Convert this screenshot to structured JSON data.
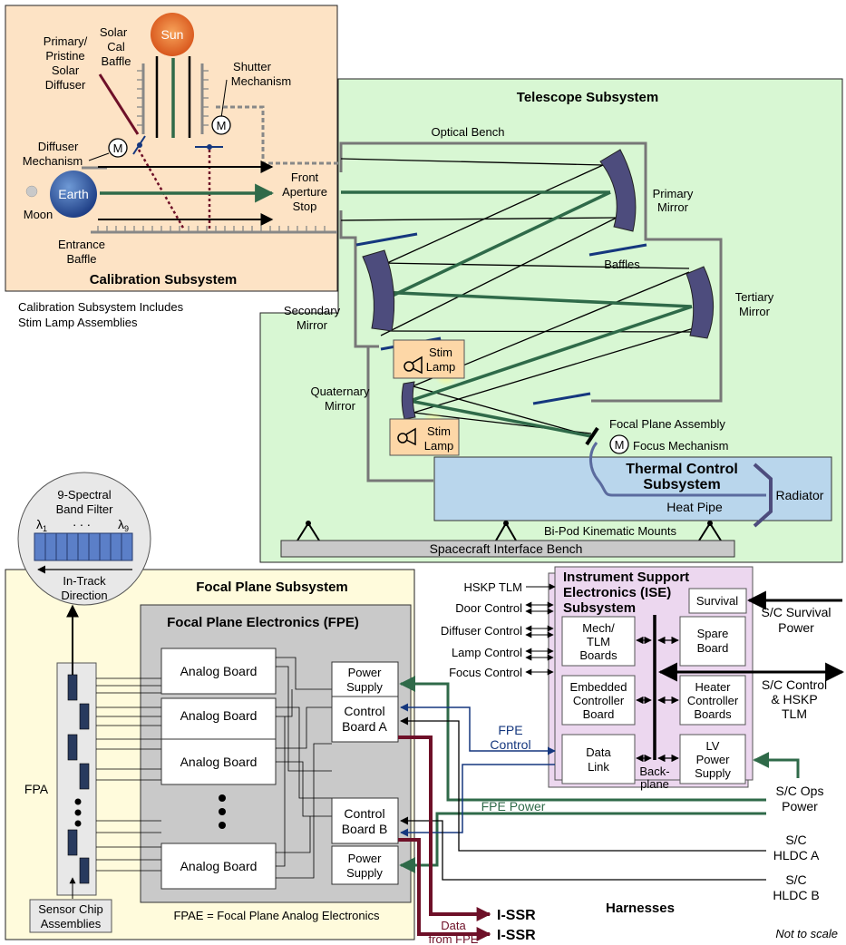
{
  "colors": {
    "calibration_bg": "#fde3c5",
    "telescope_bg": "#d8f7d3",
    "focal_plane_bg": "#fffbdc",
    "fpe_bg": "#c9c9c9",
    "ise_bg": "#ecd7ef",
    "thermal_bg": "#b9d6ec",
    "stim_bg": "#fdd7a7",
    "mirror": "#4d4c7d",
    "green_path": "#2f6a49",
    "dark_red": "#6e1028",
    "navy": "#15377e"
  },
  "calibration": {
    "title": "Calibration Subsystem",
    "note_line1": "Calibration Subsystem Includes",
    "note_line2": "Stim Lamp Assemblies",
    "sun": "Sun",
    "earth": "Earth",
    "moon": "Moon",
    "solar_cal_baffle": [
      "Solar",
      "Cal",
      "Baffle"
    ],
    "primary_diffuser": [
      "Primary/",
      "Pristine",
      "Solar",
      "Diffuser"
    ],
    "shutter": [
      "Shutter",
      "Mechanism"
    ],
    "diffuser_mech": [
      "Diffuser",
      "Mechanism"
    ],
    "entrance_baffle": [
      "Entrance",
      "Baffle"
    ],
    "front_aperture": [
      "Front",
      "Aperture",
      "Stop"
    ],
    "motor": "M"
  },
  "telescope": {
    "title": "Telescope Subsystem",
    "optical_bench": "Optical Bench",
    "primary_mirror": [
      "Primary",
      "Mirror"
    ],
    "baffles": "Baffles",
    "tertiary_mirror": [
      "Tertiary",
      "Mirror"
    ],
    "secondary_mirror": [
      "Secondary",
      "Mirror"
    ],
    "quaternary_mirror": [
      "Quaternary",
      "Mirror"
    ],
    "stim_lamp": [
      "Stim",
      "Lamp"
    ],
    "focal_plane_assembly": "Focal Plane Assembly",
    "focus_mechanism": "Focus Mechanism",
    "thermal_title": [
      "Thermal Control",
      "Subsystem"
    ],
    "heat_pipe": "Heat Pipe",
    "radiator": "Radiator",
    "bipod": "Bi-Pod Kinematic Mounts",
    "interface_bench": "Spacecraft Interface Bench"
  },
  "filter": {
    "title": [
      "9-Spectral",
      "Band Filter"
    ],
    "lambda_first": "λ",
    "lambda_first_sub": "1",
    "dots": ". . .",
    "lambda_last": "λ",
    "lambda_last_sub": "9",
    "direction": [
      "In-Track",
      "Direction"
    ]
  },
  "focal_plane": {
    "title": "Focal Plane Subsystem",
    "fpe_title": "Focal Plane Electronics (FPE)",
    "fpa": "FPA",
    "analog_board": "Analog Board",
    "power_supply": [
      "Power",
      "Supply"
    ],
    "control_a": [
      "Control",
      "Board A"
    ],
    "control_b": [
      "Control",
      "Board B"
    ],
    "sensor_chip": [
      "Sensor Chip",
      "Assemblies"
    ],
    "fpae": "FPAE = Focal Plane Analog Electronics"
  },
  "ise": {
    "title": [
      "Instrument Support",
      "Electronics (ISE)",
      "Subsystem"
    ],
    "survival": "Survival",
    "mech_tlm": [
      "Mech/",
      "TLM",
      "Boards"
    ],
    "spare": [
      "Spare",
      "Board"
    ],
    "embedded": [
      "Embedded",
      "Controller",
      "Board"
    ],
    "heater": [
      "Heater",
      "Controller",
      "Boards"
    ],
    "data_link": [
      "Data",
      "Link"
    ],
    "backplane": [
      "Back-",
      "plane"
    ],
    "lv_power": [
      "LV",
      "Power",
      "Supply"
    ]
  },
  "interfaces": {
    "hskp_tlm": "HSKP TLM",
    "door_control": "Door Control",
    "diffuser_control": "Diffuser Control",
    "lamp_control": "Lamp Control",
    "focus_control": "Focus Control",
    "sc_survival": [
      "S/C Survival",
      "Power"
    ],
    "sc_control": [
      "S/C Control",
      "& HSKP",
      "TLM"
    ],
    "sc_ops": [
      "S/C Ops",
      "Power"
    ],
    "sc_hldc_a": [
      "S/C",
      "HLDC A"
    ],
    "sc_hldc_b": [
      "S/C",
      "HLDC B"
    ],
    "fpe_control": [
      "FPE",
      "Control"
    ],
    "fpe_power": "FPE Power",
    "issr1": "I-SSR",
    "issr2": "I-SSR",
    "data_from_fpe": [
      "Data",
      "from FPE"
    ],
    "harnesses": "Harnesses",
    "not_to_scale": "Not to scale"
  }
}
